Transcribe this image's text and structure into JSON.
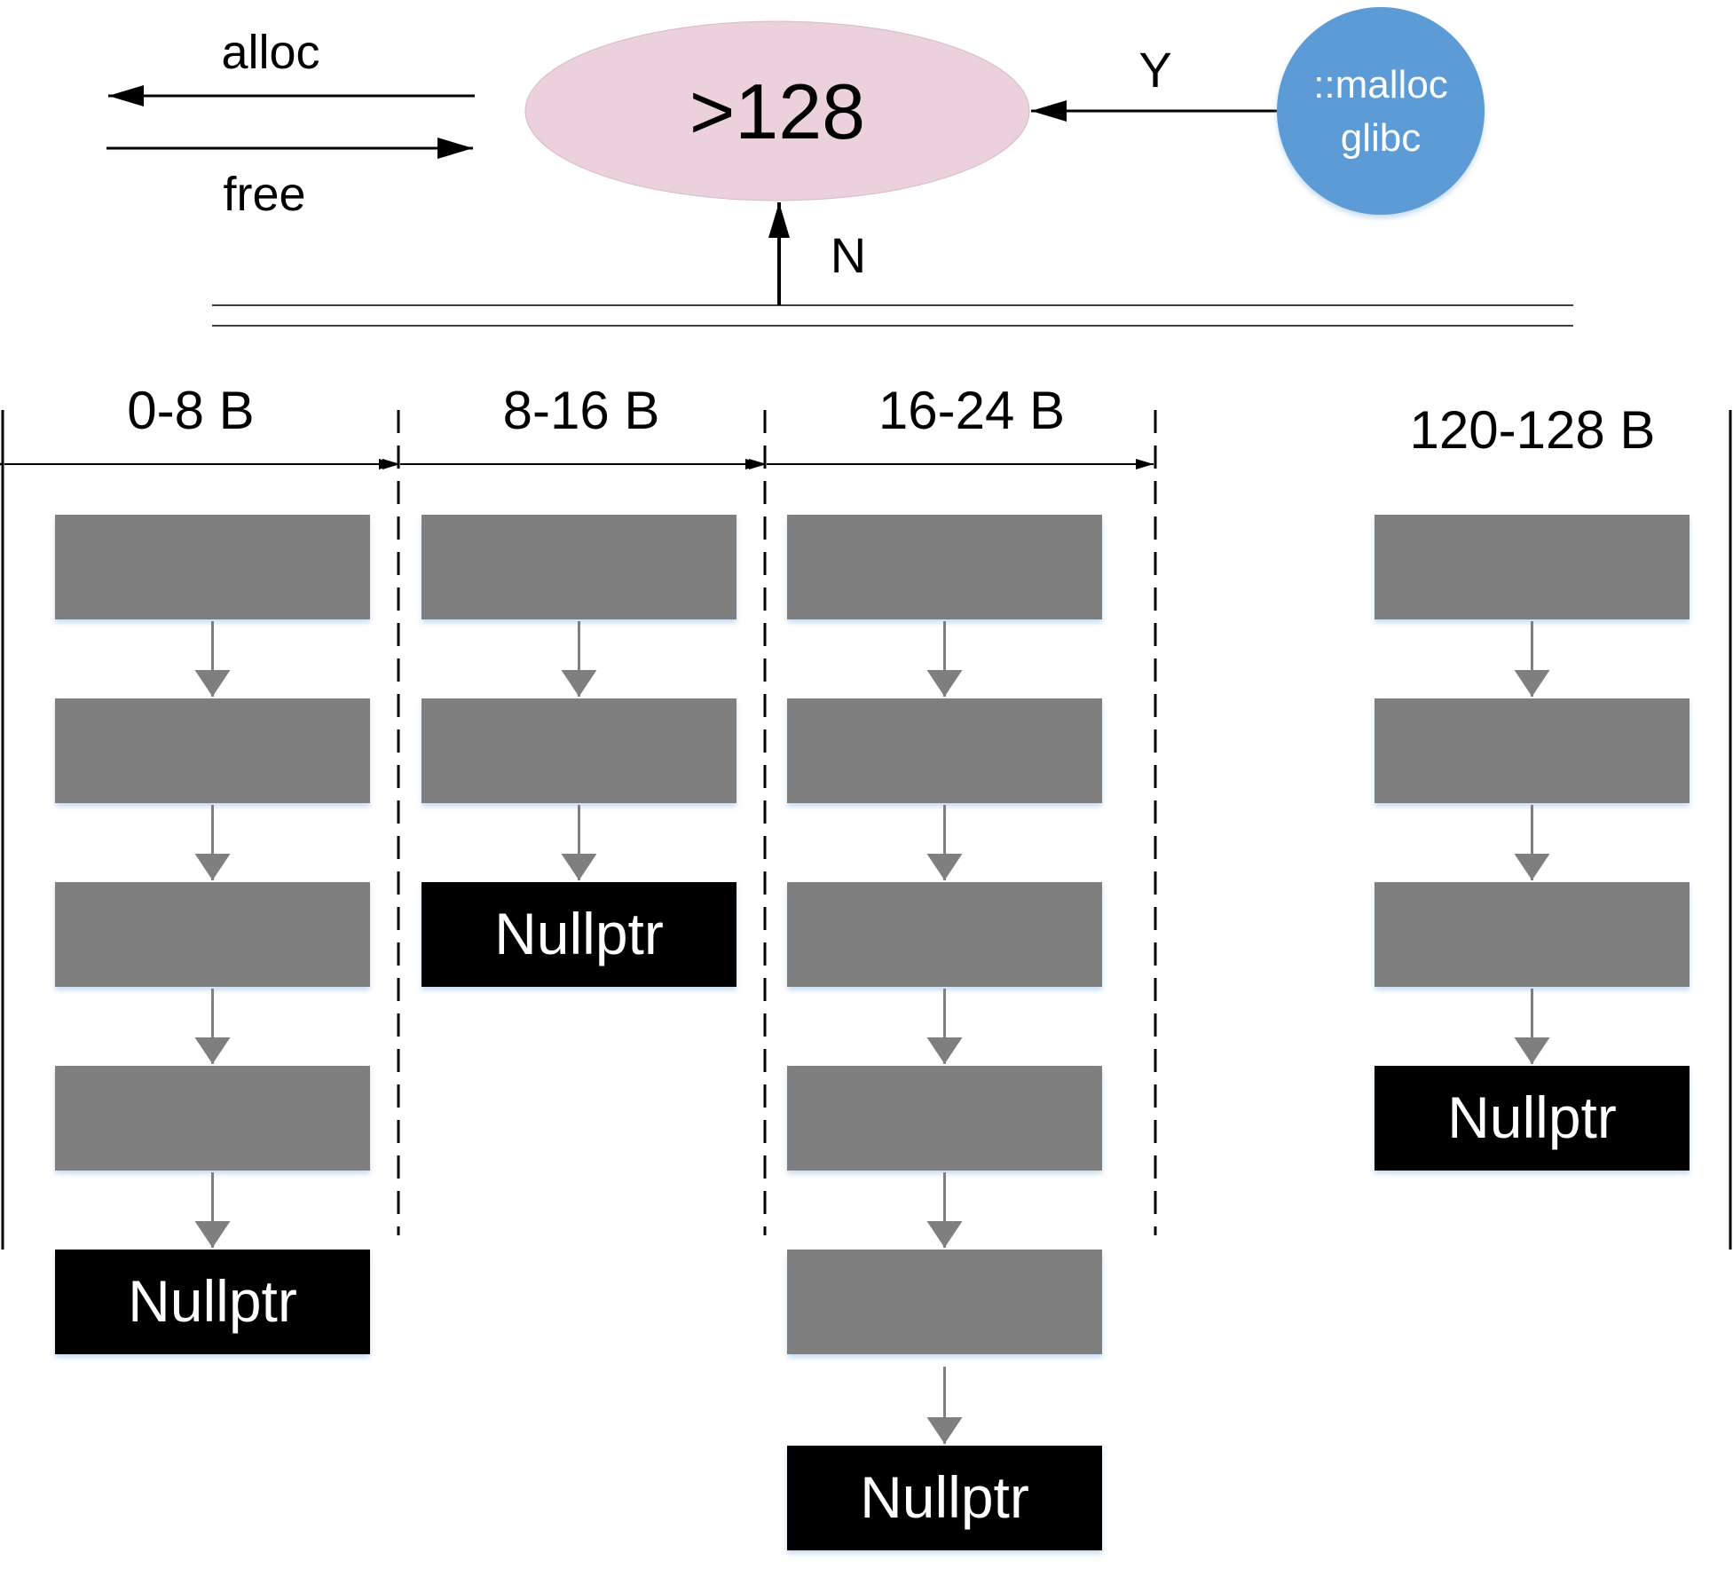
{
  "header": {
    "alloc_label": "alloc",
    "free_label": "free",
    "decision_label": ">128",
    "yes_label": "Y",
    "no_label": "N",
    "fallback_line1": "::malloc",
    "fallback_line2": "glibc"
  },
  "colors": {
    "decision_fill": "#ead1dc",
    "fallback_fill": "#5b9bd5",
    "block_fill": "#7f7f7f",
    "null_fill": "#000000",
    "line": "#000000",
    "chain_arrow": "#7f7f7f"
  },
  "columns": [
    {
      "range_label": "0-8 B",
      "blocks": 4,
      "terminal": "Nullptr"
    },
    {
      "range_label": "8-16 B",
      "blocks": 2,
      "terminal": "Nullptr"
    },
    {
      "range_label": "16-24 B",
      "blocks": 5,
      "terminal": "Nullptr"
    },
    {
      "range_label": "120-128 B",
      "blocks": 3,
      "terminal": "Nullptr"
    }
  ]
}
